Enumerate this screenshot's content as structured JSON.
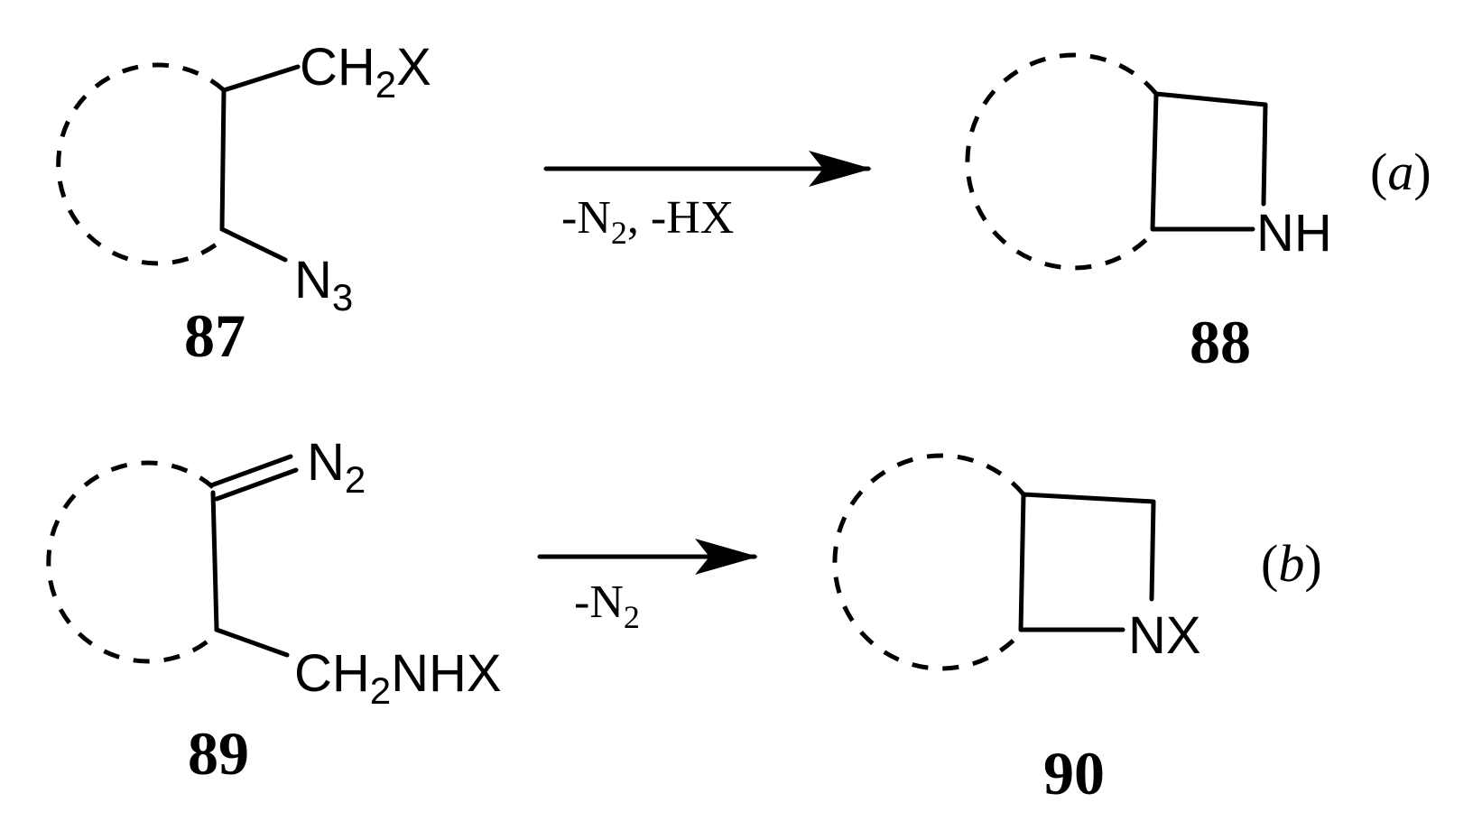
{
  "reactions": [
    {
      "tag": {
        "open": "(",
        "letter": "a",
        "close": ")"
      },
      "reactant": {
        "number": "87",
        "group_top": {
          "main": "CH",
          "sub": "2",
          "tail": "X"
        },
        "group_bottom": {
          "main": "N",
          "sub": "3"
        }
      },
      "conditions": {
        "p1": "-N",
        "s1": "2",
        "p2": ", -HX"
      },
      "product": {
        "number": "88",
        "ring_atom": "NH"
      }
    },
    {
      "tag": {
        "open": "(",
        "letter": "b",
        "close": ")"
      },
      "reactant": {
        "number": "89",
        "group_top": {
          "main": "N",
          "sub": "2"
        },
        "group_bottom": {
          "main": "CH",
          "sub": "2",
          "tail": "NHX"
        }
      },
      "conditions": {
        "p1": "-N",
        "s1": "2"
      },
      "product": {
        "number": "90",
        "ring_atom": "NX"
      }
    }
  ]
}
